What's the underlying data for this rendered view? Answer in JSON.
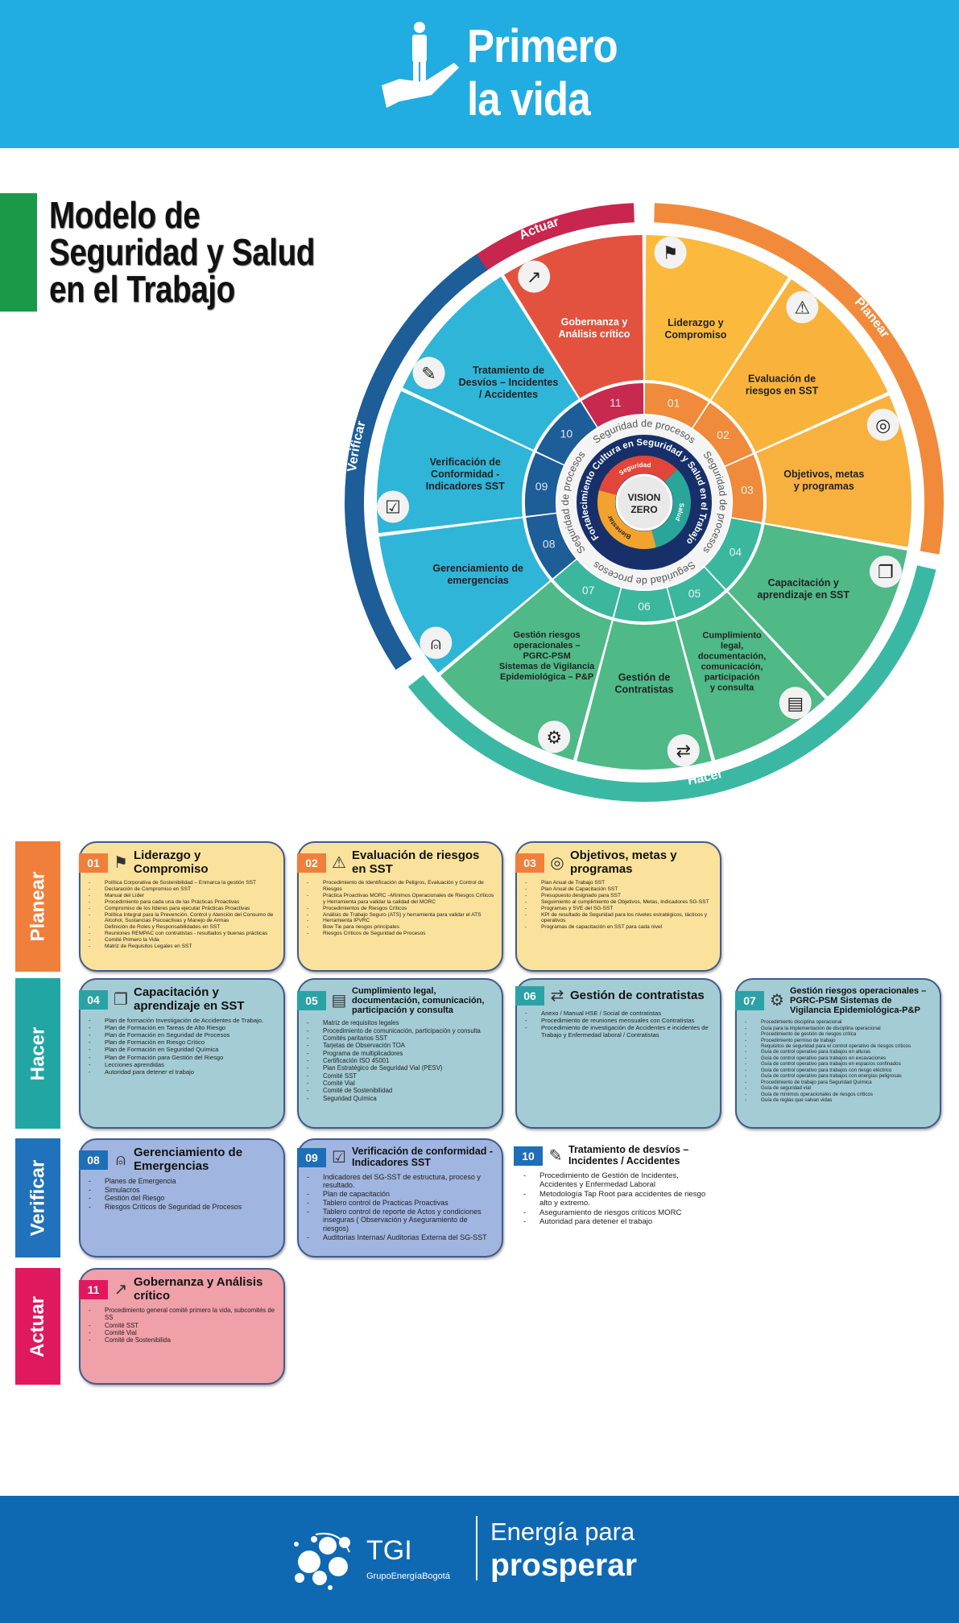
{
  "header": {
    "title_line1": "Primero",
    "title_line2": "la vida"
  },
  "model_title": [
    "Modelo de",
    "Seguridad y Salud",
    "en el Trabajo"
  ],
  "wheel": {
    "phases": [
      {
        "label": "Actuar",
        "color": "#c8264f"
      },
      {
        "label": "Planear",
        "color": "#f18b3b"
      },
      {
        "label": "Hacer",
        "color": "#3ab8a4"
      },
      {
        "label": "Verificar",
        "color": "#1d5d98"
      }
    ],
    "segments": [
      {
        "num": "11",
        "label_lines": [
          "Gobernanza y",
          "Análisis crítico"
        ],
        "color": "#e3523f",
        "ring": "#c8294f",
        "text": "#ffffff",
        "icon": "growth-chart-icon"
      },
      {
        "num": "01",
        "label_lines": [
          "Liderazgo y",
          "Compromiso"
        ],
        "color": "#fbba3d",
        "ring": "#ef8b3a",
        "text": "#222222",
        "icon": "leader-flag-icon"
      },
      {
        "num": "02",
        "label_lines": [
          "Evaluación de",
          "riesgos en SST"
        ],
        "color": "#f9b23c",
        "ring": "#ef8b3a",
        "text": "#222222",
        "icon": "warning-icon"
      },
      {
        "num": "03",
        "label_lines": [
          "Objetivos, metas",
          "y programas"
        ],
        "color": "#f8b13e",
        "ring": "#ef8b3a",
        "text": "#222222",
        "icon": "target-icon"
      },
      {
        "num": "04",
        "label_lines": [
          "Capacitación y",
          "aprendizaje en SST"
        ],
        "color": "#4fb987",
        "ring": "#3bb79e",
        "text": "#222222",
        "icon": "book-icon"
      },
      {
        "num": "05",
        "label_lines": [
          "Cumplimiento",
          "legal,",
          "documentación,",
          "comunicación,",
          "participación",
          "y consulta"
        ],
        "color": "#4fb987",
        "ring": "#3bb79e",
        "text": "#222222",
        "icon": "certificate-icon"
      },
      {
        "num": "06",
        "label_lines": [
          "Gestión de",
          "Contratistas"
        ],
        "color": "#4fb987",
        "ring": "#3bb79e",
        "text": "#222222",
        "icon": "handshake-icon"
      },
      {
        "num": "07",
        "label_lines": [
          "Gestión riesgos",
          "operacionales –",
          "PGRC-PSM",
          "Sistemas de Vigilancia",
          "Epidemiológica – P&P"
        ],
        "color": "#4fb987",
        "ring": "#3bb79e",
        "text": "#222222",
        "icon": "gear-icon"
      },
      {
        "num": "08",
        "label_lines": [
          "Gerenciamiento de",
          "emergencias"
        ],
        "color": "#2fb5d7",
        "ring": "#1d5d98",
        "text": "#222222",
        "icon": "alarm-light-icon"
      },
      {
        "num": "09",
        "label_lines": [
          "Verificación de",
          "Conformidad -",
          "Indicadores SST"
        ],
        "color": "#2fb5d7",
        "ring": "#1d5d98",
        "text": "#222222",
        "icon": "checklist-icon"
      },
      {
        "num": "10",
        "label_lines": [
          "Tratamiento de",
          "Desvíos – Incidentes",
          "/ Accidentes"
        ],
        "color": "#2fb5d7",
        "ring": "#1d5d98",
        "text": "#222222",
        "icon": "clipboard-icon"
      }
    ],
    "center": {
      "process_ring": "Seguridad de procesos",
      "culture_ring": "Fortalecimiento Cultura en Seguridad y Salud en el Trabajo",
      "inner": [
        "Seguridad",
        "Salud",
        "Bienestar"
      ],
      "core_line1": "VISION",
      "core_line2": "ZERO"
    }
  },
  "rows": [
    {
      "label": "Planear",
      "color": "#f07f3c",
      "card_color": "#fbe29c",
      "badge_color": "#f07f3c",
      "cards": [
        {
          "num": "01",
          "icon": "leader-flag-icon",
          "title": "Liderazgo y Compromiso",
          "items": [
            "Política Corporativa de Sostenibilidad – Enmarca la gestión SST",
            "Declaración de Compromiso en SST",
            "Manual del Líder",
            "Procedimiento para cada una de las Prácticas Proactivas",
            "Compromiso de los líderes para ejecutar Prácticas Proactivas",
            "Política Integral para la Prevención, Control y Atención del Consumo de Alcohol, Sustancias Psicoactivas y Manejo de Armas",
            "Definición de Roles y Responsabilidades en SST",
            "Reuniones REMPAC con contratistas - resultados y buenas prácticas",
            "Comité Primero la Vida",
            "Matriz de Requisitos Legales en SST"
          ]
        },
        {
          "num": "02",
          "icon": "warning-icon",
          "title": "Evaluación de riesgos en SST",
          "items": [
            "Procedimiento de Identificación de Peligros, Evaluación y Control de Riesgos",
            "Práctica Proactivas MORC –Mínimos Operacionales de Riesgos Críticos y Herramienta para validar la calidad del MORC",
            "Procedimientos de Riesgos Críticos",
            "Análisis de Trabajo Seguro (ATS) y herramienta para validar el ATS",
            "Herramienta IPVRC",
            "Bow Tie para riesgos principales",
            "Riesgos Críticos de Seguridad de Procesos"
          ]
        },
        {
          "num": "03",
          "icon": "target-icon",
          "title": "Objetivos, metas y programas",
          "items": [
            "Plan Anual de Trabajo SST",
            "Plan Anual de Capacitación SST",
            "Presupuesto designado para SST",
            "Seguimiento al cumplimiento de Objetivos, Metas, Indicadores SG-SST",
            "Programas y SVE del SG-SST",
            "KPI de resultado de Seguridad para los niveles estratégicos, tácticos y operativos",
            "Programas de capacitación en SST para cada nivel"
          ]
        }
      ]
    },
    {
      "label": "Hacer",
      "color": "#22a6a4",
      "card_color": "#a4ccd5",
      "badge_color": "#2aa2a6",
      "cards": [
        {
          "num": "04",
          "icon": "book-icon",
          "title": "Capacitación y aprendizaje en SST",
          "items": [
            "Plan de formación Investigación de Accidentes de Trabajo.",
            "Plan de Formación en Tareas de Alto Riesgo",
            "Plan de Formación en Seguridad de Procesos",
            "Plan de Formación en Riesgo Crítico",
            "Plan de Formación en Seguridad Química",
            "Plan de Formación para Gestión del Riesgo",
            "Lecciones aprendidas",
            "Autoridad para detener el trabajo"
          ]
        },
        {
          "num": "05",
          "icon": "certificate-icon",
          "title": "Cumplimiento legal, documentación, comunicación, participación y consulta",
          "items": [
            "Matriz de requisitos legales",
            "Procedimiento de comunicación, participación y consulta",
            "Comités paritarios SST",
            "Tarjetas de Observación TOA",
            "Programa de multiplicadores",
            "Certificación ISO 45001",
            "Plan Estratégico de Seguridad Vial (PESV)",
            "Comité SST",
            "Comité Vial",
            "Comité de Sostenibilidad",
            "Seguridad Química"
          ]
        },
        {
          "num": "06",
          "icon": "handshake-icon",
          "title": "Gestión de contratistas",
          "items": [
            "Anexo / Manual HSE / Social de contratistas",
            "Procedimiento de reuniones mensuales con Contratistas",
            "Procedimiento de investigación de Accidentes e incidentes de Trabajo y Enfermedad laboral / Contratistas"
          ]
        },
        {
          "num": "07",
          "icon": "gear-icon",
          "title": "Gestión riesgos operacionales – PGRC-PSM Sistemas de Vigilancia Epidemiológica-P&P",
          "items": [
            "Procedimiento disciplina operacional",
            "Guía para la implementación de disciplina operacional",
            "Procedimiento de gestión de riesgos crítica",
            "Procedimiento permiso de trabajo",
            "Requisitos de seguridad para el control operativo de riesgos críticos",
            "Guía de control operativo para trabajos en alturas",
            "Guía de control operativo para trabajos en excavaciones",
            "Guía de control operativo para trabajos en espacios confinados",
            "Guía de control operativo para trabajos con riesgo eléctrico",
            "Guía de control operativo para trabajos con energías peligrosas",
            "Procedimiento de trabajo para Seguridad Química",
            "Guía de seguridad vial",
            "Guía de mínimos operacionales de riesgos críticos",
            "Guía de reglas que salvan vidas"
          ]
        }
      ]
    },
    {
      "label": "Verificar",
      "color": "#1f72bb",
      "card_color": "#a0b5e0",
      "badge_color": "#1e6fb8",
      "cards": [
        {
          "num": "08",
          "icon": "alarm-light-icon",
          "title": "Gerenciamiento de Emergencias",
          "items": [
            "Planes de Emergencia",
            "Simulacros",
            "Gestión del Riesgo",
            "Riesgos Críticos de Seguridad de Procesos"
          ]
        },
        {
          "num": "09",
          "icon": "checklist-icon",
          "title": "Verificación de conformidad - Indicadores SST",
          "items": [
            "Indicadores del SG-SST de estructura, proceso y resultado.",
            "Plan de capacitación",
            "Tablero control de Practicas Proactivas",
            "Tablero control de reporte de Actos y condiciones inseguras ( Observación y Aseguramiento de riesgos)",
            "Auditorias Internas/ Auditorias Externa del SG-SST"
          ]
        },
        {
          "num": "10",
          "icon": "clipboard-icon",
          "title": "Tratamiento de desvíos – Incidentes / Accidentes",
          "items": [
            "Procedimiento de Gestión de Incidentes, Accidentes y Enfermedad Laboral",
            "Metodología Tap Root para accidentes de riesgo alto y extremo.",
            "Aseguramiento de riesgos críticos MORC",
            "Autoridad para detener el trabajo"
          ]
        }
      ]
    },
    {
      "label": "Actuar",
      "color": "#e0195f",
      "card_color": "#f0a0a8",
      "badge_color": "#e0195f",
      "cards": [
        {
          "num": "11",
          "icon": "growth-chart-icon",
          "title": "Gobernanza y Análisis crítico",
          "items": [
            "Procedimiento general comité primero la vida, subcomités de SS",
            "Comité SST",
            "Comité Vial",
            "Comité de Sostenibilida"
          ]
        }
      ]
    }
  ],
  "footer": {
    "brand": "TGI",
    "brand_sub": "GrupoEnergíaBogotá",
    "slogan_line1": "Energía para",
    "slogan_line2": "prosperar"
  }
}
